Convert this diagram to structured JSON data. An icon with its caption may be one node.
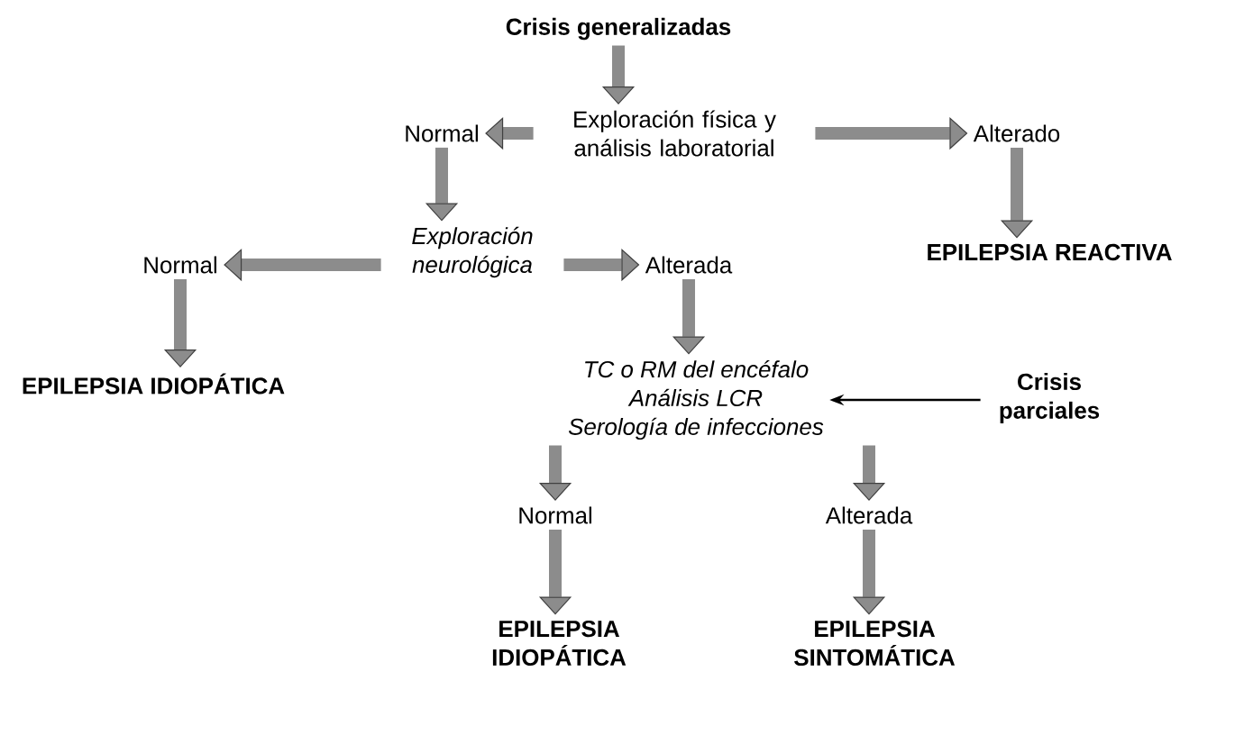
{
  "diagram": {
    "nodes": [
      {
        "text": [
          "Crisis generalizadas"
        ]
      },
      {
        "text": [
          "Exploración física y análisis laboratorial"
        ]
      },
      {
        "text": [
          "Normal"
        ]
      },
      {
        "text": [
          "Alterado"
        ]
      },
      {
        "text": [
          "Exploración neurológica"
        ]
      },
      {
        "text": [
          "Alterada"
        ]
      },
      {
        "text": [
          "EPILEPSIA REACTIVA"
        ]
      },
      {
        "text": [
          "Normal"
        ]
      },
      {
        "text": [
          "EPILEPSIA IDIOPÁTICA"
        ]
      },
      {
        "text": [
          "TC o RM del encéfalo",
          "Análisis LCR",
          "Serología de infecciones"
        ]
      },
      {
        "text": [
          "Crisis parciales"
        ]
      },
      {
        "text": [
          "Normal"
        ]
      },
      {
        "text": [
          "Alterada"
        ]
      },
      {
        "text": [
          "EPILEPSIA IDIOPÁTICA"
        ]
      },
      {
        "text": [
          "EPILEPSIA SINTOMÁTICA"
        ]
      }
    ],
    "edges": [
      {
        "from": 0,
        "to": 1,
        "arrow": "to"
      },
      {
        "from": 1,
        "to": 2,
        "arrow": "to"
      },
      {
        "from": 1,
        "to": 3,
        "arrow": "to"
      },
      {
        "from": 2,
        "to": 4,
        "arrow": "to"
      },
      {
        "from": 3,
        "to": 6,
        "arrow": "to"
      },
      {
        "from": 4,
        "to": 7,
        "arrow": "to"
      },
      {
        "from": 4,
        "to": 5,
        "arrow": "to"
      },
      {
        "from": 7,
        "to": 8,
        "arrow": "to"
      },
      {
        "from": 5,
        "to": 9,
        "arrow": "to"
      },
      {
        "from": 10,
        "to": 9,
        "arrow": "to",
        "color": "#000000"
      },
      {
        "from": 9,
        "to": 11,
        "arrow": "to"
      },
      {
        "from": 9,
        "to": 12,
        "arrow": "to"
      },
      {
        "from": 11,
        "to": 13,
        "arrow": "to"
      },
      {
        "from": 12,
        "to": 14,
        "arrow": "to"
      }
    ]
  }
}
